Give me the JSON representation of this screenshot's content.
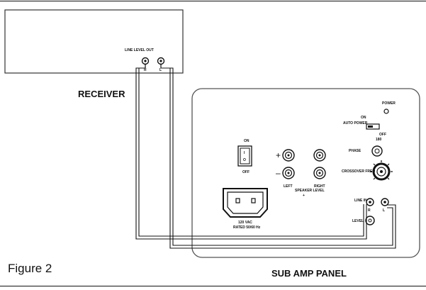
{
  "figure_caption": "Figure 2",
  "receiver": {
    "label": "RECEIVER",
    "output_label": "LINE LEVEL OUT",
    "right_jack": "R",
    "left_jack": "L"
  },
  "panel": {
    "label": "SUB AMP PANEL",
    "power_switch_on": "ON",
    "power_switch_off": "OFF",
    "switch_mark_on": "I",
    "switch_mark_off": "O",
    "speaker_plus": "+",
    "speaker_minus": "–",
    "left_speaker": "LEFT",
    "right_speaker": "RIGHT",
    "speaker_level": "SPEAKER LEVEL",
    "speaker_level_mark": "+",
    "ac_inlet_label": "120 VAC",
    "ac_inlet_sub": "RATED 50/60 Hz",
    "power_led": "POWER",
    "standby_mode": "ON",
    "auto_power": "AUTO POWER",
    "off_mode": "OFF",
    "phase": "PHASE",
    "phase_value": "180",
    "crossover": "CROSSOVER FREQ",
    "line_in": "LINE IN",
    "line_in_r": "R",
    "line_in_l": "L",
    "level": "LEVEL"
  }
}
